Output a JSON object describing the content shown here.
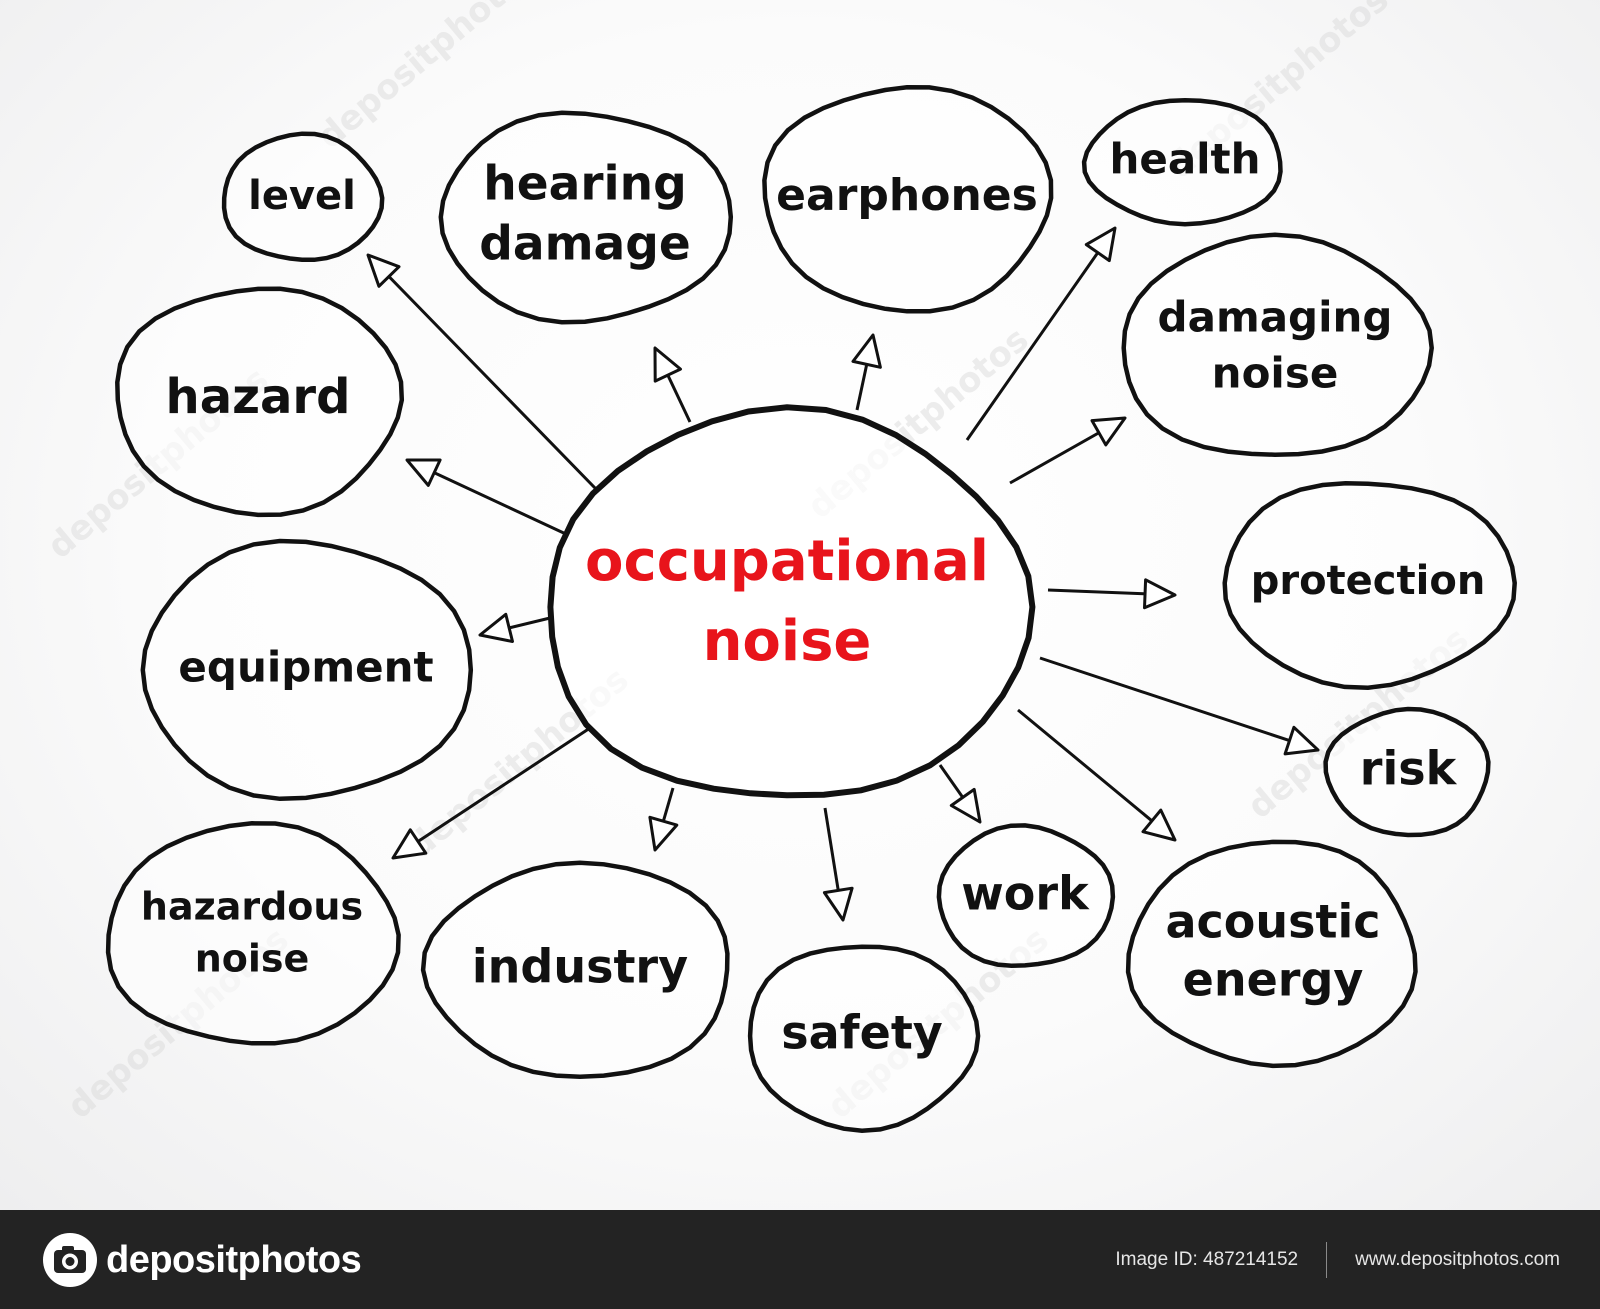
{
  "diagram": {
    "center": {
      "lines": [
        "occupational",
        "noise"
      ],
      "color": "#e8141b"
    },
    "stroke_color": "#111111",
    "nodes": [
      {
        "id": "level",
        "lines": [
          "level"
        ]
      },
      {
        "id": "hearing-damage",
        "lines": [
          "hearing",
          "damage"
        ]
      },
      {
        "id": "earphones",
        "lines": [
          "earphones"
        ]
      },
      {
        "id": "health",
        "lines": [
          "health"
        ]
      },
      {
        "id": "damaging-noise",
        "lines": [
          "damaging",
          "noise"
        ]
      },
      {
        "id": "protection",
        "lines": [
          "protection"
        ]
      },
      {
        "id": "risk",
        "lines": [
          "risk"
        ]
      },
      {
        "id": "acoustic-energy",
        "lines": [
          "acoustic",
          "energy"
        ]
      },
      {
        "id": "work",
        "lines": [
          "work"
        ]
      },
      {
        "id": "safety",
        "lines": [
          "safety"
        ]
      },
      {
        "id": "industry",
        "lines": [
          "industry"
        ]
      },
      {
        "id": "hazardous-noise",
        "lines": [
          "hazardous",
          "noise"
        ]
      },
      {
        "id": "equipment",
        "lines": [
          "equipment"
        ]
      },
      {
        "id": "hazard",
        "lines": [
          "hazard"
        ]
      }
    ]
  },
  "watermark": {
    "text": "depositphotos"
  },
  "footer": {
    "brand": "depositphotos",
    "logo_icon": "camera-icon",
    "image_id": "Image ID: 487214152",
    "website": "www.depositphotos.com"
  }
}
